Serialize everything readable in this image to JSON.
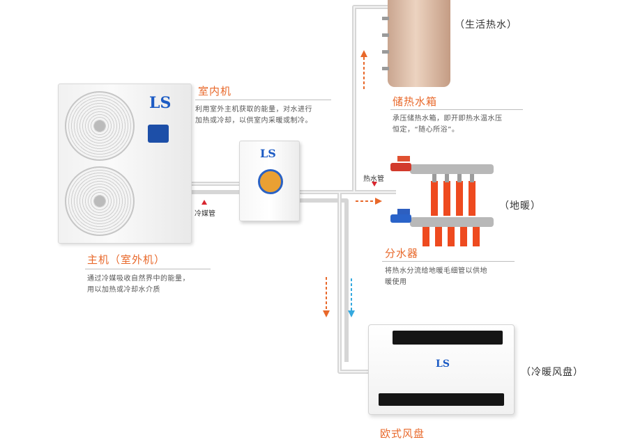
{
  "indoor_unit": {
    "title": "室内机",
    "desc_line1": "利用室外主机获取的能量，对水进行",
    "desc_line2": "加热或冷却，以供室内采暖或制冷。"
  },
  "outdoor_unit": {
    "title": "主机（室外机）",
    "desc_line1": "通过冷媒吸收自然界中的能量，",
    "desc_line2": "用以加热或冷却水介质"
  },
  "water_tank": {
    "title": "储热水箱",
    "desc_line1": "承压储热水箱，即开即热水温水压",
    "desc_line2": "恒定，“随心所浴”。",
    "caption": "（生活热水）"
  },
  "manifold": {
    "title": "分水器",
    "desc_line1": "将热水分流给地暖毛细管以供地",
    "desc_line2": "暖使用",
    "caption": "（地暖）"
  },
  "fan_coil": {
    "title": "欧式风盘",
    "caption": "（冷暖风盘）"
  },
  "pipe_labels": {
    "refrigerant": "冷媒管",
    "hot_water": "热水管"
  },
  "colors": {
    "accent": "#e8682a",
    "pipe": "#dcdcdc",
    "flow_hot": "#e8682a",
    "flow_cold": "#35a9df",
    "marker": "#d8262f"
  }
}
